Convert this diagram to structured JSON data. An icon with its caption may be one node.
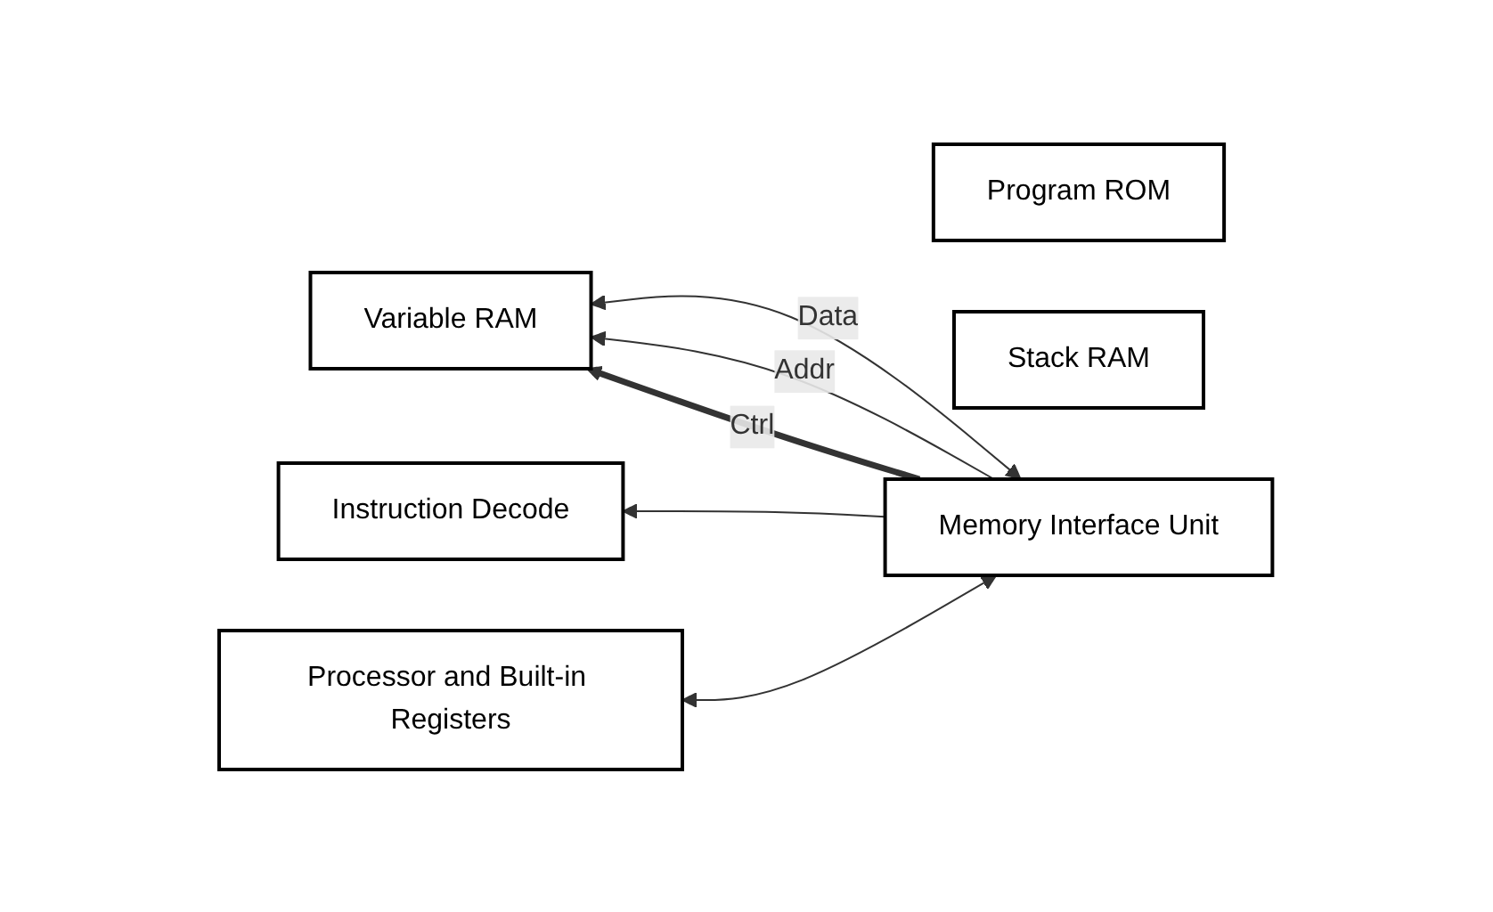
{
  "diagram": {
    "nodes": [
      {
        "text": [
          "Program ROM"
        ]
      },
      {
        "text": [
          "Variable RAM"
        ]
      },
      {
        "text": [
          "Stack RAM"
        ]
      },
      {
        "text": [
          "Memory Interface Unit"
        ]
      },
      {
        "text": [
          "Instruction Decode"
        ]
      },
      {
        "text": [
          "Processor and Built-in Registers"
        ]
      }
    ],
    "edges": [
      {
        "from": 3,
        "to": 1,
        "arrow": "both",
        "label": "Data"
      },
      {
        "from": 3,
        "to": 1,
        "arrow": "to",
        "label": "Addr"
      },
      {
        "from": 3,
        "to": 1,
        "arrow": "to",
        "label": "Ctrl",
        "style": "thick"
      },
      {
        "from": 3,
        "to": 4,
        "arrow": "to"
      },
      {
        "from": 3,
        "to": 5,
        "arrow": "both"
      }
    ]
  }
}
